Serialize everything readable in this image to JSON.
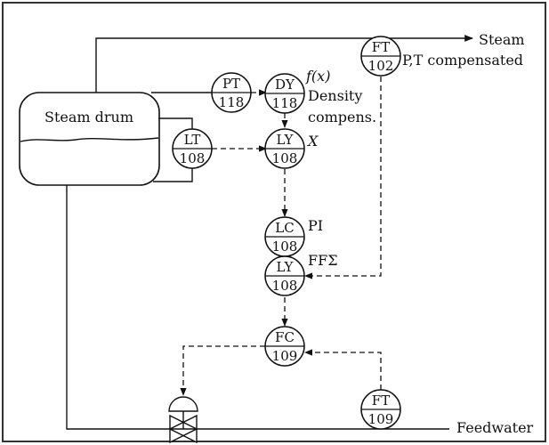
{
  "diagram": {
    "labels": {
      "steam": "Steam",
      "pt_compensated": "P,T compensated",
      "steam_drum": "Steam drum",
      "feedwater": "Feedwater",
      "fx": "f(x)",
      "density": "Density",
      "compens": "compens.",
      "x": "X",
      "pi": "PI",
      "ffsigma": "FFΣ"
    },
    "instruments": [
      {
        "id": "ft102",
        "tag": "FT",
        "num": "102"
      },
      {
        "id": "pt118",
        "tag": "PT",
        "num": "118"
      },
      {
        "id": "dy118",
        "tag": "DY",
        "num": "118"
      },
      {
        "id": "lt108",
        "tag": "LT",
        "num": "108"
      },
      {
        "id": "ly108a",
        "tag": "LY",
        "num": "108"
      },
      {
        "id": "lc108",
        "tag": "LC",
        "num": "108"
      },
      {
        "id": "ly108b",
        "tag": "LY",
        "num": "108"
      },
      {
        "id": "fc109",
        "tag": "FC",
        "num": "109"
      },
      {
        "id": "ft109",
        "tag": "FT",
        "num": "109"
      }
    ]
  }
}
